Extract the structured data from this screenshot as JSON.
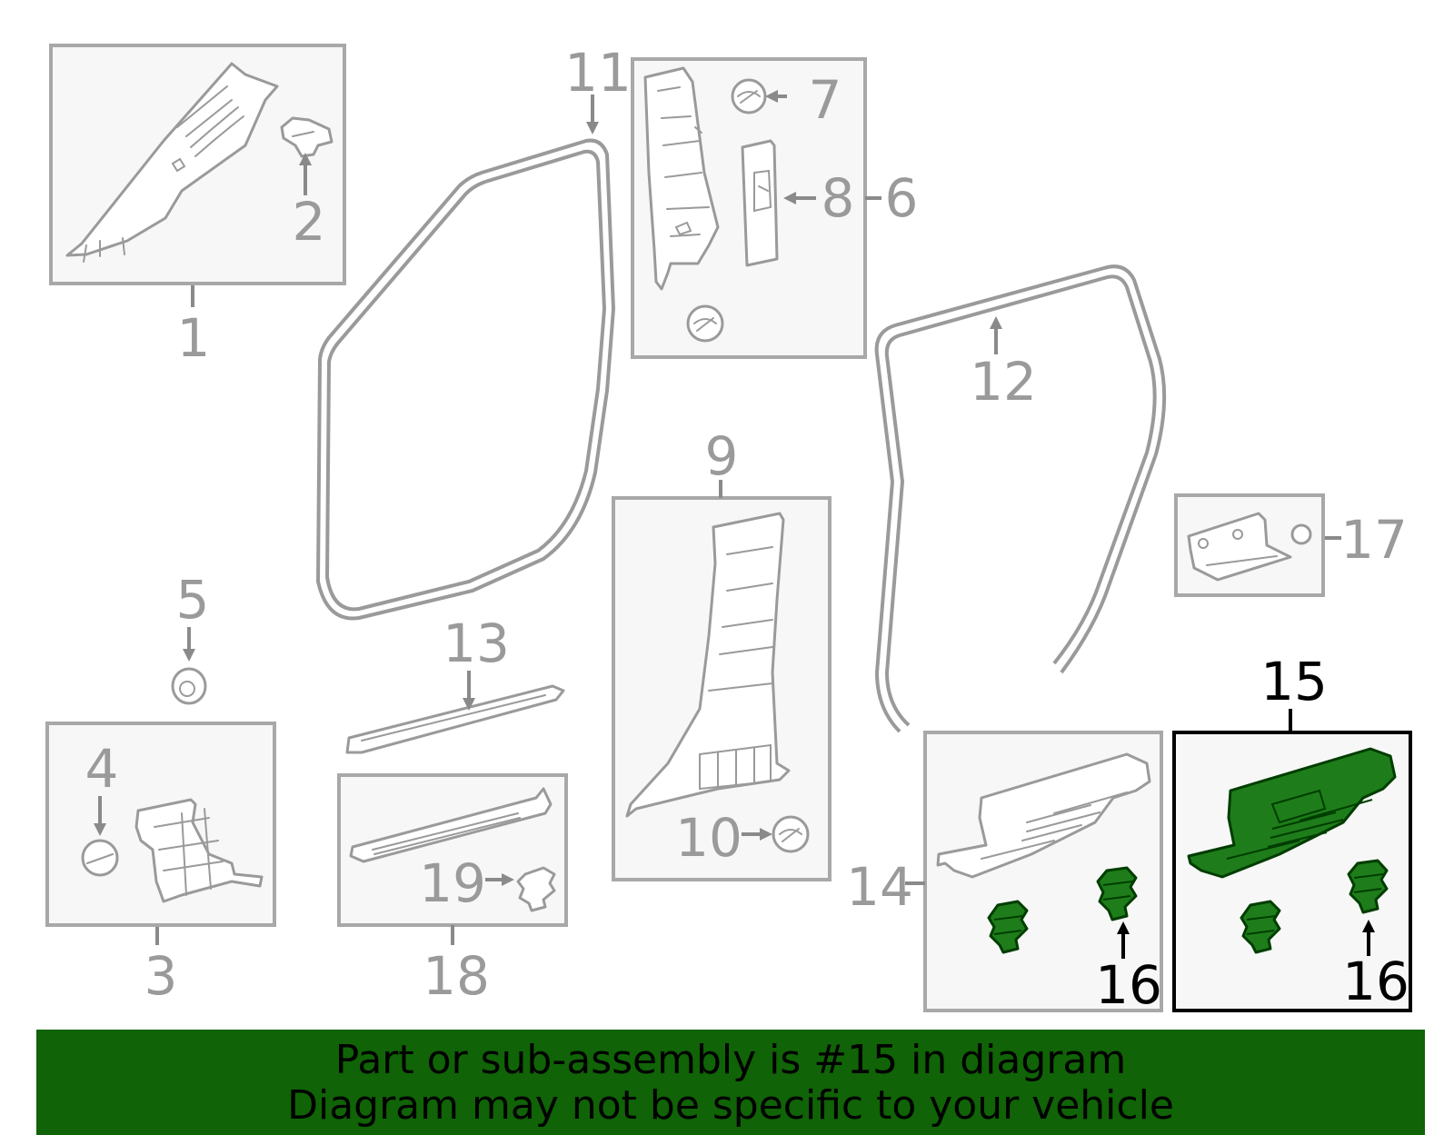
{
  "callouts": {
    "c1": "1",
    "c2": "2",
    "c3": "3",
    "c4": "4",
    "c5": "5",
    "c6": "6",
    "c7": "7",
    "c8": "8",
    "c9": "9",
    "c10": "10",
    "c11": "11",
    "c12": "12",
    "c13": "13",
    "c14": "14",
    "c15": "15",
    "c16a": "16",
    "c16b": "16",
    "c17": "17",
    "c18": "18",
    "c19": "19"
  },
  "highlighted_part": "15",
  "colors": {
    "highlight_fill": "#1e7d1a",
    "banner_background": "#106306",
    "line_art": "#9a9a9a",
    "panel_fill": "#f7f7f7"
  },
  "banner": {
    "line1": "Part or sub-assembly is #15 in diagram",
    "line2": "Diagram may not be specific to your vehicle"
  }
}
